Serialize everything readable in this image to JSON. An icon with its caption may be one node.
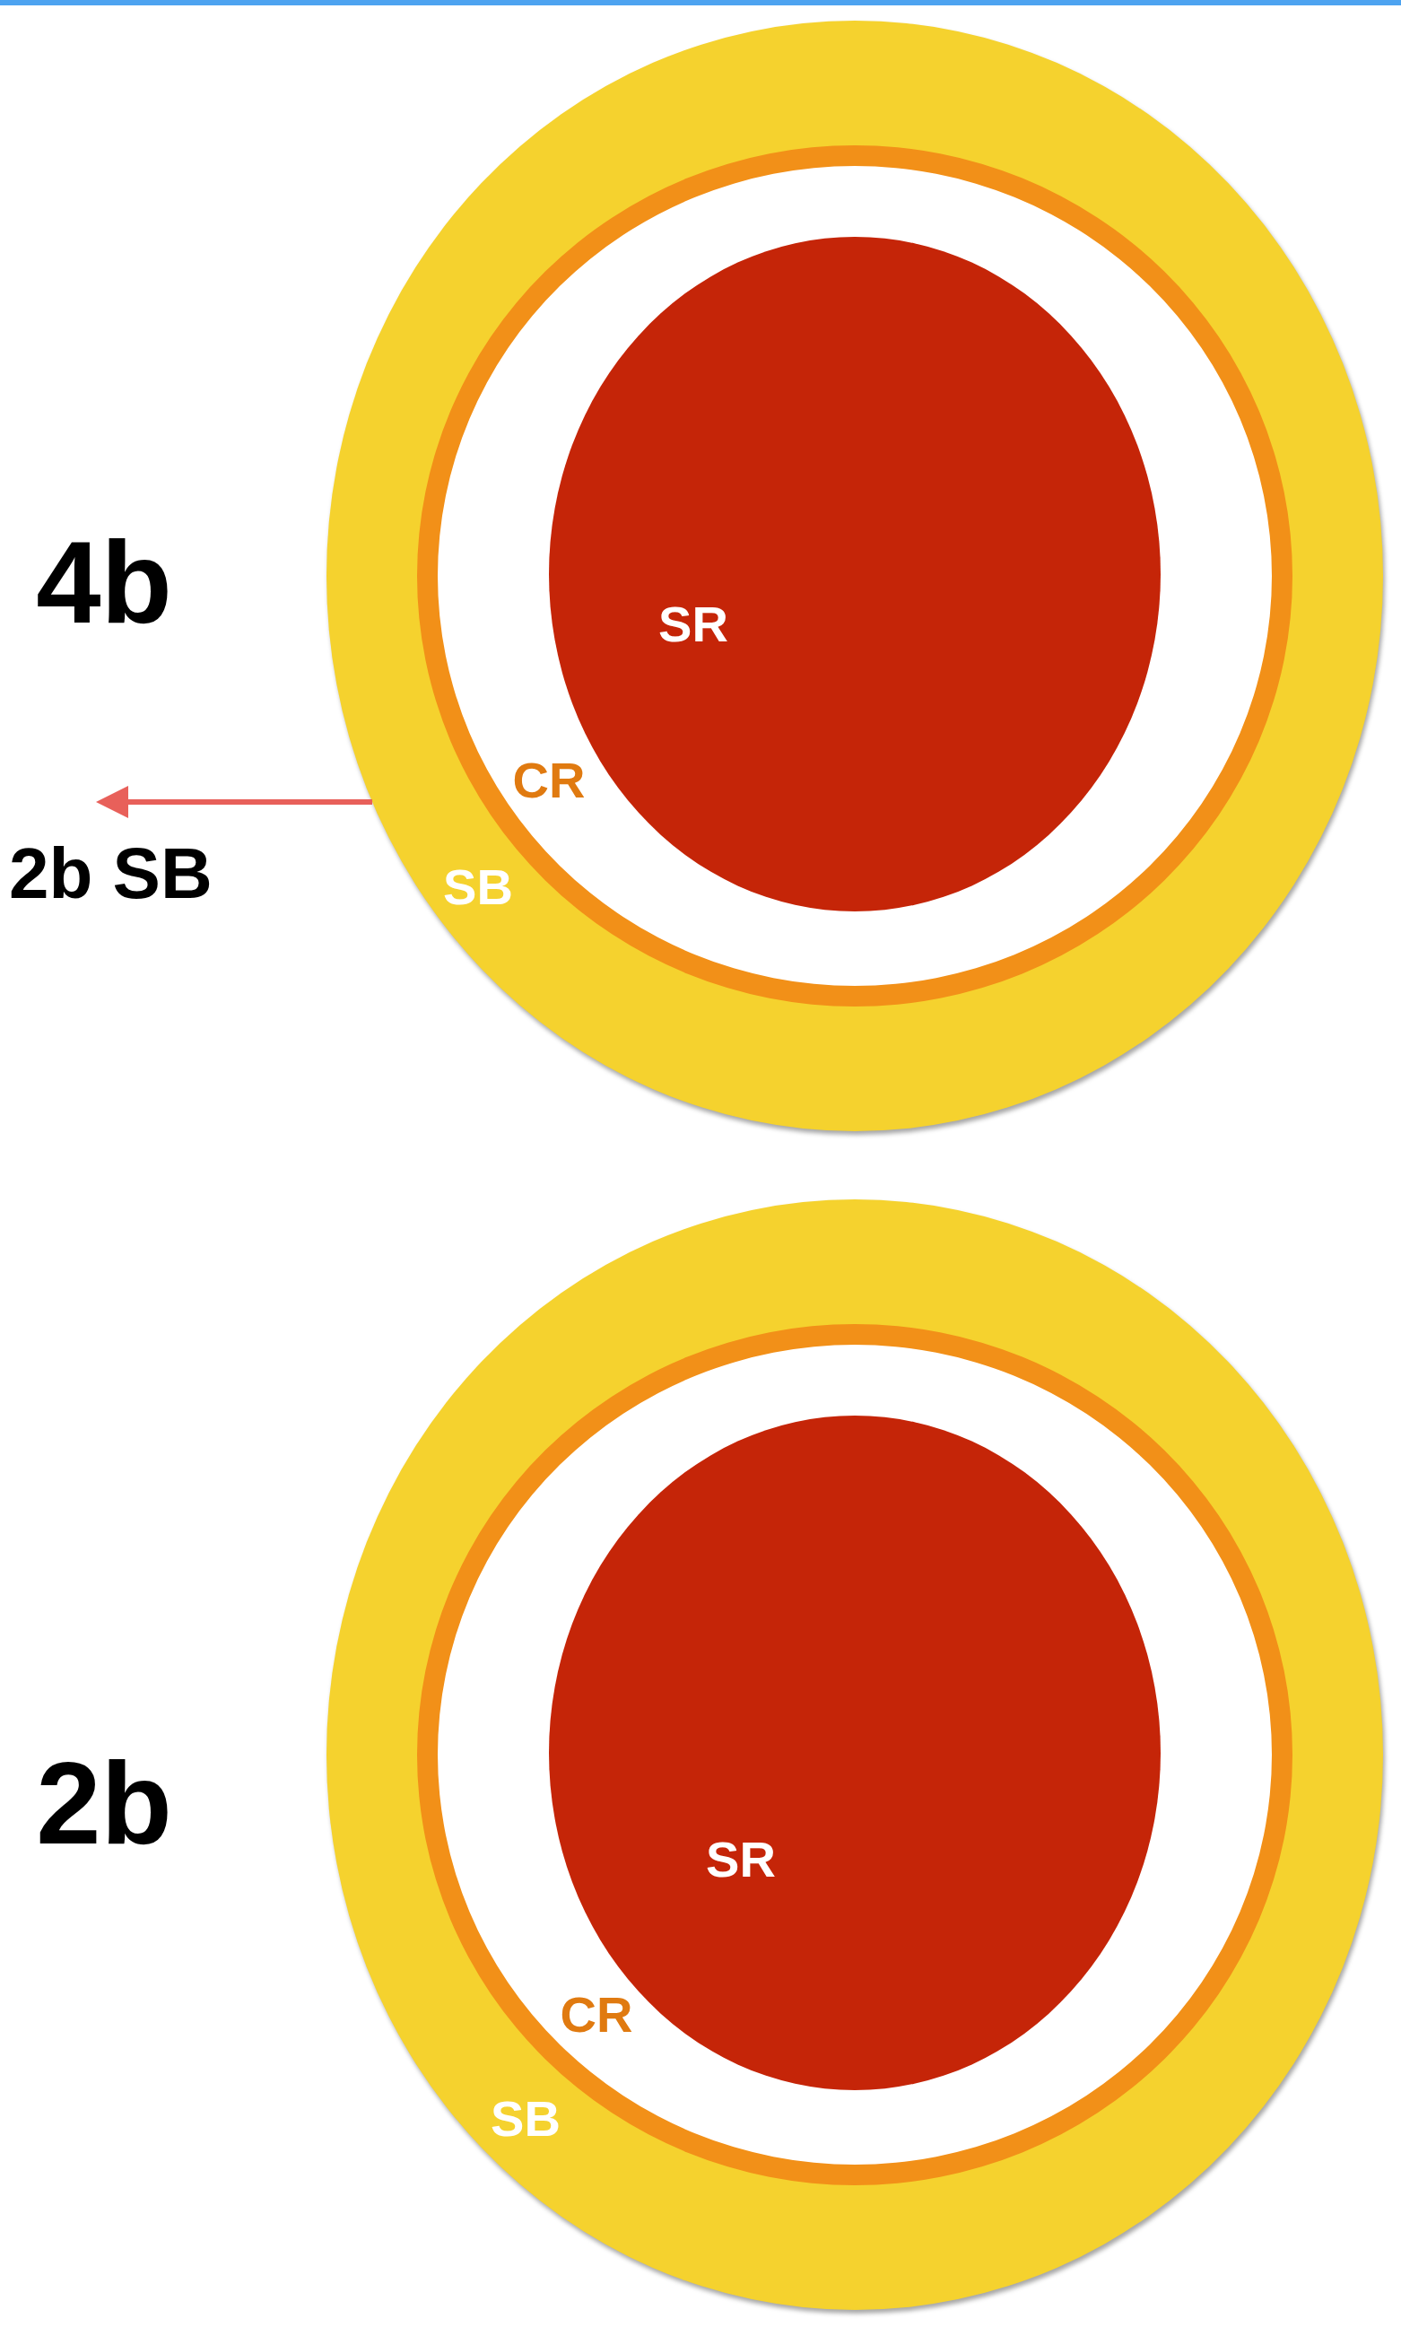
{
  "diagram": {
    "nodes": [
      {
        "text": [],
        "shape": "circle"
      },
      {
        "text": [],
        "shape": "circle",
        "in": 0
      },
      {
        "text": [],
        "shape": "circle",
        "in": 1
      },
      {
        "text": [],
        "shape": "circle"
      },
      {
        "text": [],
        "shape": "circle",
        "in": 3
      },
      {
        "text": [],
        "shape": "circle",
        "in": 4
      },
      {
        "text": [
          "2b SB"
        ]
      }
    ],
    "edges": [
      {
        "from": 0,
        "to": 6,
        "arrow": "to",
        "color": "#e8605a"
      }
    ],
    "labels": [
      "4b",
      "SR",
      "CR",
      "SB",
      "2b",
      "SR",
      "CR",
      "SB"
    ]
  }
}
